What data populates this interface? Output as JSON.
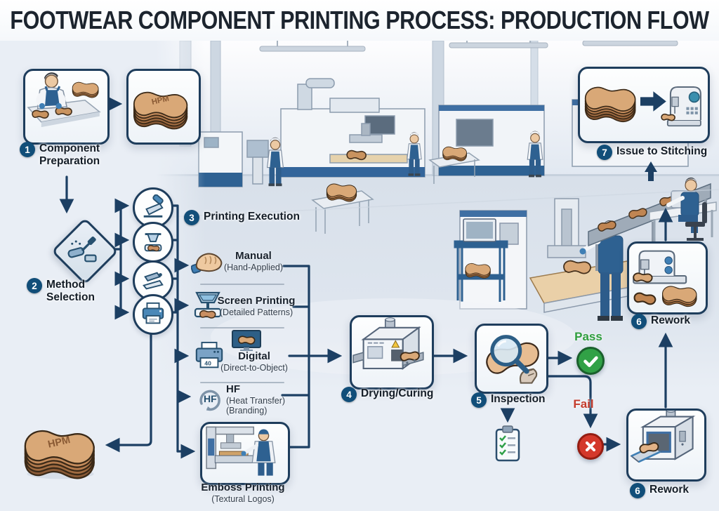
{
  "title": "FOOTWEAR COMPONENT PRINTING PROCESS: PRODUCTION FLOW",
  "brand": "HPM",
  "steps": [
    {
      "num": "1",
      "line1": "Component",
      "line2": "Preparation"
    },
    {
      "num": "2",
      "line1": "Method",
      "line2": "Selection"
    },
    {
      "num": "3",
      "label": "Printing Execution"
    },
    {
      "num": "4",
      "label": "Drying/Curing"
    },
    {
      "num": "5",
      "label": "Inspection"
    },
    {
      "num": "6",
      "label": "Rework"
    },
    {
      "num": "6",
      "label": "Rework"
    },
    {
      "num": "7",
      "label": "Issue to Stitching"
    }
  ],
  "methods": [
    {
      "name": "Manual",
      "detail": "(Hand-Applied)"
    },
    {
      "name": "Screen Printing",
      "detail": "(Detailed Patterns)"
    },
    {
      "name": "Digital",
      "detail": "(Direct-to-Object)",
      "badge": "40"
    },
    {
      "name": "HF",
      "detail": "(Heat Transfer)",
      "detail2": "(Branding)"
    },
    {
      "name": "Emboss Printing",
      "detail": "(Textural Logos)"
    }
  ],
  "outcomes": {
    "pass": "Pass",
    "fail": "Fail"
  },
  "colors": {
    "line": "#1c3f63",
    "chip": "#114e79",
    "pass": "#2f9e3d",
    "fail": "#c43b2c",
    "accent_blue": "#2e6191",
    "insole": "#d9a877"
  },
  "icons": {
    "worker-preparing-icon": "worker sorting insole components",
    "insole-stack-icon": "stack of branded insoles",
    "roller-tool-icon": "handheld print applicator",
    "squeegee-icon": "manual squeegee option",
    "screen-press-icon": "screen press option",
    "transfer-press-icon": "transfer press option",
    "printer-icon": "digital printer option",
    "hand-wipe-icon": "hand applying print",
    "screen-frame-icon": "screen printing frame",
    "monitor-icon": "design monitor",
    "hf-cycle-icon": "HF heat-transfer cycle",
    "emboss-machine-icon": "emboss press with operator",
    "curing-oven-icon": "conveyor drying oven",
    "magnifier-inspection-icon": "magnifier over insole",
    "checklist-icon": "inspection checklist",
    "check-icon": "pass check mark",
    "x-icon": "fail cross",
    "rework-sewing-icon": "sewing machine rework",
    "rework-oven-icon": "reheat oven rework",
    "stitching-handoff-icon": "insole stack to sewing machine",
    "factory-floor-icon": "factory production floor scene"
  }
}
